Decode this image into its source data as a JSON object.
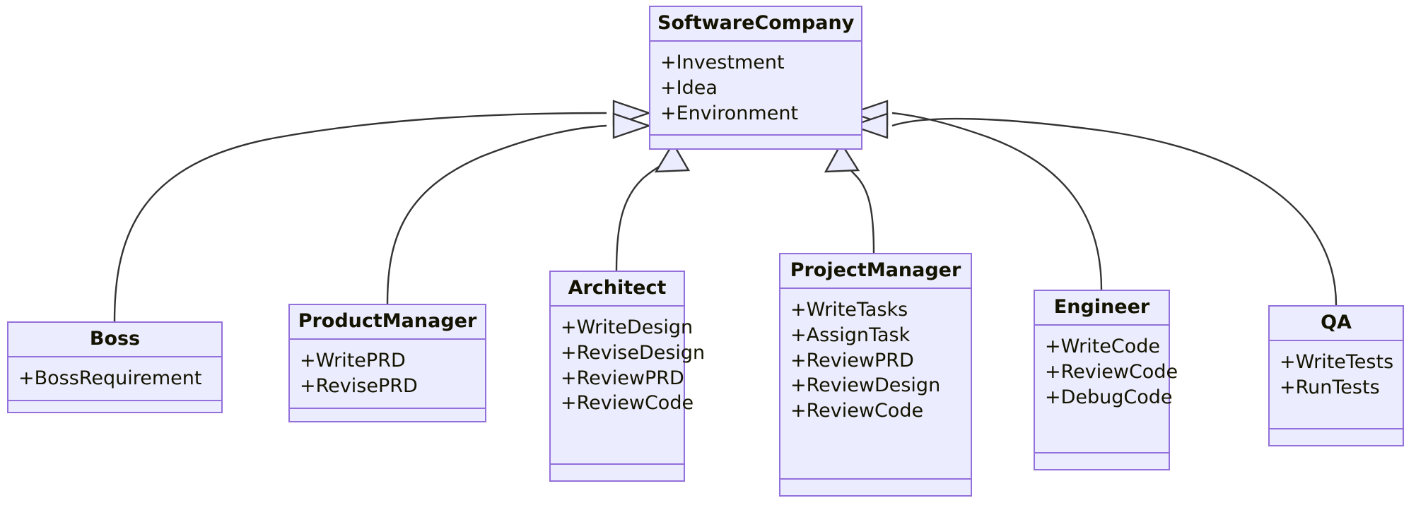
{
  "diagram": {
    "type": "uml-class-diagram",
    "relationship_type": "generalization",
    "colors": {
      "node_fill": "#ECECFF",
      "node_border": "#9370DB",
      "text": "#131300",
      "edge_line": "#333333",
      "arrowhead_fill": "#ECECFF",
      "background": "#FFFFFF"
    },
    "classes": [
      {
        "id": "software-company",
        "name": "SoftwareCompany",
        "attributes": [
          "+Investment",
          "+Idea",
          "+Environment"
        ],
        "methods": []
      },
      {
        "id": "boss",
        "name": "Boss",
        "attributes": [
          "+BossRequirement"
        ],
        "methods": []
      },
      {
        "id": "product-manager",
        "name": "ProductManager",
        "attributes": [
          "+WritePRD",
          "+RevisePRD"
        ],
        "methods": []
      },
      {
        "id": "architect",
        "name": "Architect",
        "attributes": [
          "+WriteDesign",
          "+ReviseDesign",
          "+ReviewPRD",
          "+ReviewCode"
        ],
        "methods": []
      },
      {
        "id": "project-manager",
        "name": "ProjectManager",
        "attributes": [
          "+WriteTasks",
          "+AssignTask",
          "+ReviewPRD",
          "+ReviewDesign",
          "+ReviewCode"
        ],
        "methods": []
      },
      {
        "id": "engineer",
        "name": "Engineer",
        "attributes": [
          "+WriteCode",
          "+ReviewCode",
          "+DebugCode"
        ],
        "methods": []
      },
      {
        "id": "qa",
        "name": "QA",
        "attributes": [
          "+WriteTests",
          "+RunTests"
        ],
        "methods": []
      }
    ],
    "relations": [
      {
        "from": "boss",
        "to": "software-company",
        "kind": "inheritance"
      },
      {
        "from": "product-manager",
        "to": "software-company",
        "kind": "inheritance"
      },
      {
        "from": "architect",
        "to": "software-company",
        "kind": "inheritance"
      },
      {
        "from": "project-manager",
        "to": "software-company",
        "kind": "inheritance"
      },
      {
        "from": "engineer",
        "to": "software-company",
        "kind": "inheritance"
      },
      {
        "from": "qa",
        "to": "software-company",
        "kind": "inheritance"
      }
    ]
  }
}
